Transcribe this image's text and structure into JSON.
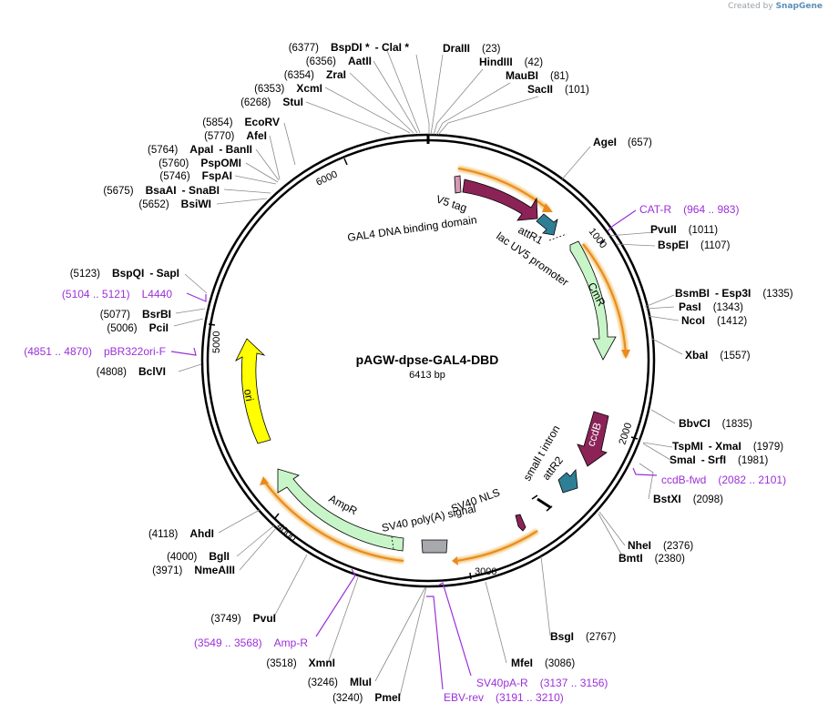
{
  "credit": {
    "prefix": "Created by",
    "brand": "SnapGene"
  },
  "plasmid": {
    "name": "pAGW-dpse-GAL4-DBD",
    "length_label": "6413 bp"
  },
  "scale_ticks": [
    "1000",
    "2000",
    "3000",
    "4000",
    "5000",
    "6000"
  ],
  "sites": [
    {
      "name": "DraIII",
      "pos": "(23)"
    },
    {
      "name": "HindIII",
      "pos": "(42)"
    },
    {
      "name": "MauBI",
      "pos": "(81)"
    },
    {
      "name": "SacII",
      "pos": "(101)"
    },
    {
      "name": "AgeI",
      "pos": "(657)"
    },
    {
      "name": "PvuII",
      "pos": "(1011)"
    },
    {
      "name": "BspEI",
      "pos": "(1107)"
    },
    {
      "name": "BsmBI",
      "name2": "Esp3I",
      "pos": "(1335)"
    },
    {
      "name": "PasI",
      "pos": "(1343)"
    },
    {
      "name": "NcoI",
      "pos": "(1412)"
    },
    {
      "name": "XbaI",
      "pos": "(1557)"
    },
    {
      "name": "BbvCI",
      "pos": "(1835)"
    },
    {
      "name": "TspMI",
      "name2": "XmaI",
      "pos": "(1979)"
    },
    {
      "name": "SmaI",
      "name2": "SrfI",
      "pos": "(1981)"
    },
    {
      "name": "BstXI",
      "pos": "(2098)"
    },
    {
      "name": "NheI",
      "pos": "(2376)"
    },
    {
      "name": "BmtI",
      "pos": "(2380)"
    },
    {
      "name": "BsgI",
      "pos": "(2767)"
    },
    {
      "name": "MfeI",
      "pos": "(3086)"
    },
    {
      "name": "PmeI",
      "pos": "(3240)"
    },
    {
      "name": "MluI",
      "pos": "(3246)"
    },
    {
      "name": "XmnI",
      "pos": "(3518)"
    },
    {
      "name": "PvuI",
      "pos": "(3749)"
    },
    {
      "name": "NmeAIII",
      "pos": "(3971)"
    },
    {
      "name": "BglI",
      "pos": "(4000)"
    },
    {
      "name": "AhdI",
      "pos": "(4118)"
    },
    {
      "name": "BclVI",
      "pos": "(4808)"
    },
    {
      "name": "PciI",
      "pos": "(5006)"
    },
    {
      "name": "BsrBI",
      "pos": "(5077)"
    },
    {
      "name": "BspQI",
      "name2": "SapI",
      "pos": "(5123)"
    },
    {
      "name": "BsiWI",
      "pos": "(5652)"
    },
    {
      "name": "BsaAI",
      "name2": "SnaBI",
      "pos": "(5675)"
    },
    {
      "name": "FspAI",
      "pos": "(5746)"
    },
    {
      "name": "PspOMI",
      "pos": "(5760)"
    },
    {
      "name": "ApaI",
      "name2": "BanII",
      "pos": "(5764)"
    },
    {
      "name": "AfeI",
      "pos": "(5770)"
    },
    {
      "name": "EcoRV",
      "pos": "(5854)"
    },
    {
      "name": "StuI",
      "pos": "(6268)"
    },
    {
      "name": "XcmI",
      "pos": "(6353)"
    },
    {
      "name": "ZraI",
      "pos": "(6354)"
    },
    {
      "name": "AatII",
      "pos": "(6356)"
    },
    {
      "name": "BspDI *",
      "name2": "ClaI *",
      "pos": "(6377)"
    }
  ],
  "primers": [
    {
      "name": "CAT-R",
      "range": "(964 .. 983)"
    },
    {
      "name": "ccdB-fwd",
      "range": "(2082 .. 2101)"
    },
    {
      "name": "SV40pA-R",
      "range": "(3137 .. 3156)"
    },
    {
      "name": "EBV-rev",
      "range": "(3191 .. 3210)"
    },
    {
      "name": "Amp-R",
      "range": "(3549 .. 3568)"
    },
    {
      "name": "pBR322ori-F",
      "range": "(4851 .. 4870)"
    },
    {
      "name": "L4440",
      "range": "(5104 .. 5121)"
    }
  ],
  "features": {
    "v5_tag": "V5 tag",
    "gal4": "GAL4 DNA binding domain",
    "attr1": "attR1",
    "lacuv5": "lac UV5 promoter",
    "cmr": "CmR",
    "ccdb": "ccdB",
    "small_t": "small t intron",
    "attr2": "attR2",
    "sv40nls": "SV40 NLS",
    "sv40polya": "SV40 poly(A) signal",
    "ampr": "AmpR",
    "ori": "ori"
  },
  "colors": {
    "gal4": "#8b2357",
    "attr": "#2e7f96",
    "cmr": "#c8f5c8",
    "ampr": "#c8f5c8",
    "ccdb": "#8b2357",
    "ori": "#ffff00",
    "polya": "#a7a9ad",
    "v5": "#d598b5",
    "primer": "#9b30d9",
    "orange": "#e98a1c"
  }
}
